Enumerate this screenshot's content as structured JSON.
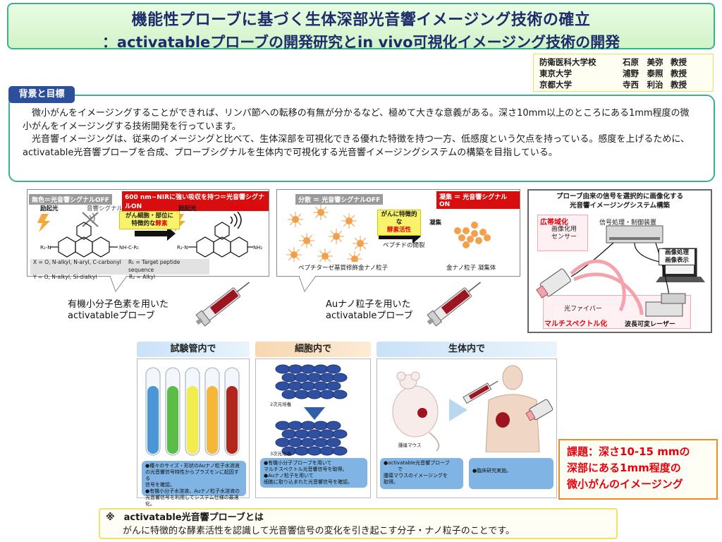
{
  "title": {
    "line1": "機能性プローブに基づく生体深部光音響イメージング技術の確立",
    "line2": "：activatableプローブの開発研究とin vivo可視化イメージング技術の開発"
  },
  "authors": [
    {
      "affiliation": "防衛医科大学校",
      "name": "石原　美弥",
      "role": "教授"
    },
    {
      "affiliation": "東京大学",
      "name": "浦野　泰照",
      "role": "教授"
    },
    {
      "affiliation": "京都大学",
      "name": "寺西　利治",
      "role": "教授"
    }
  ],
  "background": {
    "tag": "背景と目標",
    "para1": "微小がんをイメージングすることができれば、リンパ節への転移の有無が分かるなど、極めて大きな意義がある。深さ10mm以上のところにある1mm程度の微小がんをイメージングする技術開発を行っています。",
    "para2": "光音響イメージングは、従来のイメージングと比べて、生体深部を可視化できる優れた特徴を持つ一方、低感度という欠点を持っている。感度を上げるために、activatable光音響プローブを合成、プローブシグナルを生体内で可視化する光音響イメージングシステムの構築を目指している。"
  },
  "panel_small_molecule": {
    "off_label": "無色＝光音響シグナルOFF",
    "on_label": "600 nm~NIRに強い吸収を持つ＝光音響シグナルON",
    "excitation1": "励起光",
    "signal_off": "音響シグナル",
    "excitation2": "励起光",
    "signal_on": "音響シグナル",
    "enzyme_line1": "がん細胞・部位に",
    "enzyme_line2a": "特徴的な",
    "enzyme_line2b": "酵素",
    "legend1": "X = O, N-alkyl, N-aryl, C-carbonyl",
    "legend2": "Y = O, N-alkyl, Si-dialkyl",
    "legend3": "R₁ = Target peptide sequence",
    "legend4": "R₂ = Alkyl",
    "callout_line1": "有機小分子色素を用いた",
    "callout_line2": "activatableプローブ"
  },
  "panel_au": {
    "off_label": "分散 ＝ 光音響シグナルOFF",
    "on_label": "凝集 ＝ 光音響シグナルON",
    "enzyme_line1": "がんに特徴的な",
    "enzyme_line2": "酵素活性",
    "aggregation": "凝集",
    "cleavage": "ペプチドの開裂",
    "left_caption": "ペプチターゼ基質修飾金ナノ粒子",
    "right_caption": "金ナノ粒子 凝集体",
    "callout_line1": "Auナノ粒子を用いた",
    "callout_line2": "activatableプローブ"
  },
  "panel_system": {
    "title_line1": "プローブ由来の信号を選択的に画像化する",
    "title_line2": "光音響イメージングシステム構築",
    "broadband": "広帯域化",
    "sensor_line1": "画像化用",
    "sensor_line2": "センサー",
    "processor": "信号処理・制御装置",
    "display_line1": "画像処理",
    "display_line2": "画像表示",
    "fiber": "光ファイバー",
    "multispectral": "マルチスペクトル化",
    "laser": "波長可変レーザー"
  },
  "stages": {
    "tube": {
      "header": "試験管内で",
      "note_line1": "●種々のサイズ・形状のAuナノ粒子水溶液",
      "note_line2": "の光音響信号特性からプラズモンに起因する",
      "note_line3": "信号を確認。",
      "note_line4": "●有機小分子水溶液、Auナノ粒子水溶液の",
      "note_line5": "光音響信号を利用してシステム仕様の最適化。"
    },
    "cell": {
      "header": "細胞内で",
      "label_2d": "2次元培養",
      "label_3d": "3次元培養",
      "note_line1": "●有機小分子プローブを用いて",
      "note_line2": "マルチスペクトル光音響信号を取得。",
      "note_line3": "●Auナノ粒子を用いて",
      "note_line4": "細胞に取り込まれた光音響信号を確認。"
    },
    "body": {
      "header": "生体内で",
      "mouse_label": "腫瘍マウス",
      "note1_line1": "●activatable光音響プローブ",
      "note1_line2": "で",
      "note1_line3": "腫瘍マウスのイメージングを",
      "note1_line4": "取得。",
      "note2": "●臨床研究実施。"
    }
  },
  "issue": {
    "line1": "課題：深さ10-15 mmの",
    "line2": "深部にある1mm程度の",
    "line3": "微小がんのイメージング"
  },
  "footnote": {
    "line1": "※　activatable光音響プローブとは",
    "line2": "がんに特徴的な酵素活性を認識して光音響信号の変化を引き起こす分子・ナノ粒子のことです。"
  },
  "colors": {
    "title_border": "#38b48b",
    "title_text": "#1d2d6b",
    "accent_red": "#e8000d",
    "issue_border": "#f08b22",
    "tag_blue": "#2c4f9c"
  }
}
